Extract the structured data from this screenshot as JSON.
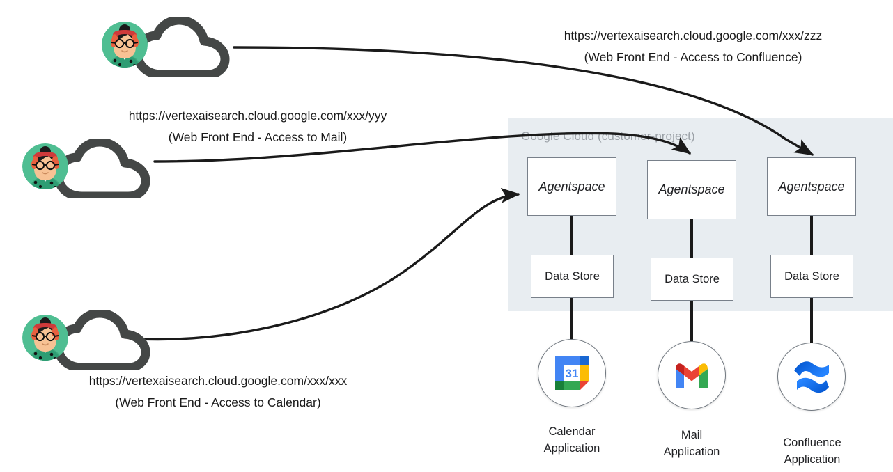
{
  "diagram": {
    "title": "Agentspace per-application access architecture",
    "panel": {
      "label": "Google Cloud (customer-project)",
      "background": "#e8edf1",
      "label_color": "#9aa0a6"
    },
    "users": [
      {
        "id": "user-confluence",
        "url": "https://vertexaisearch.cloud.google.com/xxx/zzz",
        "description": "(Web Front End - Access to Confluence)",
        "avatar_bg": "#4fbe92",
        "cloud_color": "#444746",
        "connects_to": "agentspace-confluence"
      },
      {
        "id": "user-mail",
        "url": "https://vertexaisearch.cloud.google.com/xxx/yyy",
        "description": "(Web Front End - Access to Mail)",
        "avatar_bg": "#4fbe92",
        "cloud_color": "#444746",
        "connects_to": "agentspace-mail"
      },
      {
        "id": "user-calendar",
        "url": "https://vertexaisearch.cloud.google.com/xxx/xxx",
        "description": "(Web Front End - Access to Calendar)",
        "avatar_bg": "#4fbe92",
        "cloud_color": "#444746",
        "connects_to": "agentspace-calendar"
      }
    ],
    "columns": [
      {
        "id": "calendar",
        "agentspace_label": "Agentspace",
        "datastore_label": "Data Store",
        "app_caption_line1": "Calendar",
        "app_caption_line2": "Application",
        "app_icon": "google-calendar-icon",
        "app_icon_day": "31"
      },
      {
        "id": "mail",
        "agentspace_label": "Agentspace",
        "datastore_label": "Data Store",
        "app_caption_line1": "Mail",
        "app_caption_line2": "Application",
        "app_icon": "gmail-icon"
      },
      {
        "id": "confluence",
        "agentspace_label": "Agentspace",
        "datastore_label": "Data Store",
        "app_caption_line1": "Confluence",
        "app_caption_line2": "Application",
        "app_icon": "confluence-icon"
      }
    ],
    "colors": {
      "edge": "#1a1a1a",
      "box_border": "#78808a",
      "text": "#202124",
      "calendar_blue": "#4285f4",
      "calendar_yellow": "#fbbc04",
      "calendar_green": "#34a853",
      "calendar_red": "#ea4335",
      "gmail_red": "#ea4335",
      "gmail_blue": "#4285f4",
      "gmail_green": "#34a853",
      "gmail_yellow": "#fbbc04",
      "confluence_blue": "#2684ff",
      "confluence_dark_blue": "#0052cc"
    }
  }
}
